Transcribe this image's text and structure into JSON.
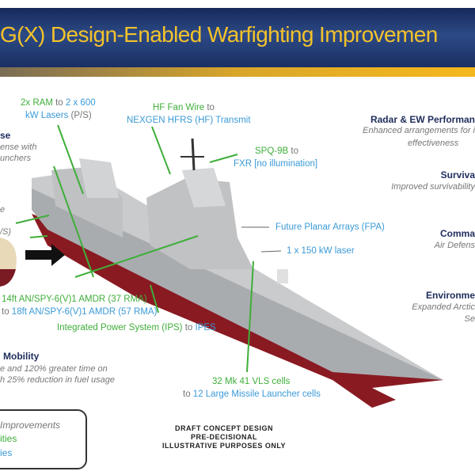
{
  "header": {
    "title": "G(X) Design-Enabled Warfighting Improvemen"
  },
  "callouts": {
    "ram": {
      "from": "2x RAM",
      "to_word": " to ",
      "to": "2 x 600",
      "line2": "kW Lasers",
      "line2_suffix": " (P/S)"
    },
    "hf": {
      "from": "HF Fan Wire",
      "to_word": " to",
      "to": "NEXGEN HFRS (HF) Transmit"
    },
    "spq": {
      "from": "SPQ-9B",
      "to_word": " to",
      "to": "FXR [no illumination]"
    },
    "fpa": "Future Planar Arrays (FPA)",
    "laser": "1 x 150 kW laser",
    "spy_from": "14ft AN/SPY-6(V)1 AMDR (37 RMA)",
    "spy_to_word": "to ",
    "spy_to": "18ft AN/SPY-6(V)1 AMDR (57 RMA)",
    "ips_from": "Integrated Power System (IPS)",
    "ips_to_word": " to ",
    "ips_to": "IPES",
    "vls_from": "32 Mk 41 VLS cells",
    "vls_to_word": "to ",
    "vls_to": "12 Large Missile Launcher cells"
  },
  "left_panel": {
    "defense_head": "se",
    "defense_l1": "ense with",
    "defense_l2": "unchers",
    "mid_l1": "e",
    "mid_l2": "/S)",
    "mobility_head": "Mobility",
    "mobility_l1": "e and 120% greater time on",
    "mobility_l2": "h 25% reduction in fuel usage"
  },
  "right_panel": {
    "radar_head": "Radar & EW Performan",
    "radar_l1": "Enhanced arrangements for i",
    "radar_l2": "effectiveness",
    "surv_head": "Surviva",
    "surv_l1": "Improved survivability",
    "cmd_head": "Comma",
    "cmd_l1": "Air Defens",
    "env_head": "Environme",
    "env_l1": "Expanded Arctic",
    "env_l2": "Se"
  },
  "legend": {
    "items": [
      "Improvements",
      "ities",
      "ies"
    ]
  },
  "draft": [
    "DRAFT CONCEPT DESIGN",
    "PRE-DECISIONAL",
    "ILLUSTRATIVE PURPOSES ONLY"
  ],
  "colors": {
    "green": "#3fae3a",
    "blue": "#3b9ad8",
    "navy": "#1f2d5c",
    "gold": "#f4c22a",
    "hull_red": "#8a1a22"
  }
}
